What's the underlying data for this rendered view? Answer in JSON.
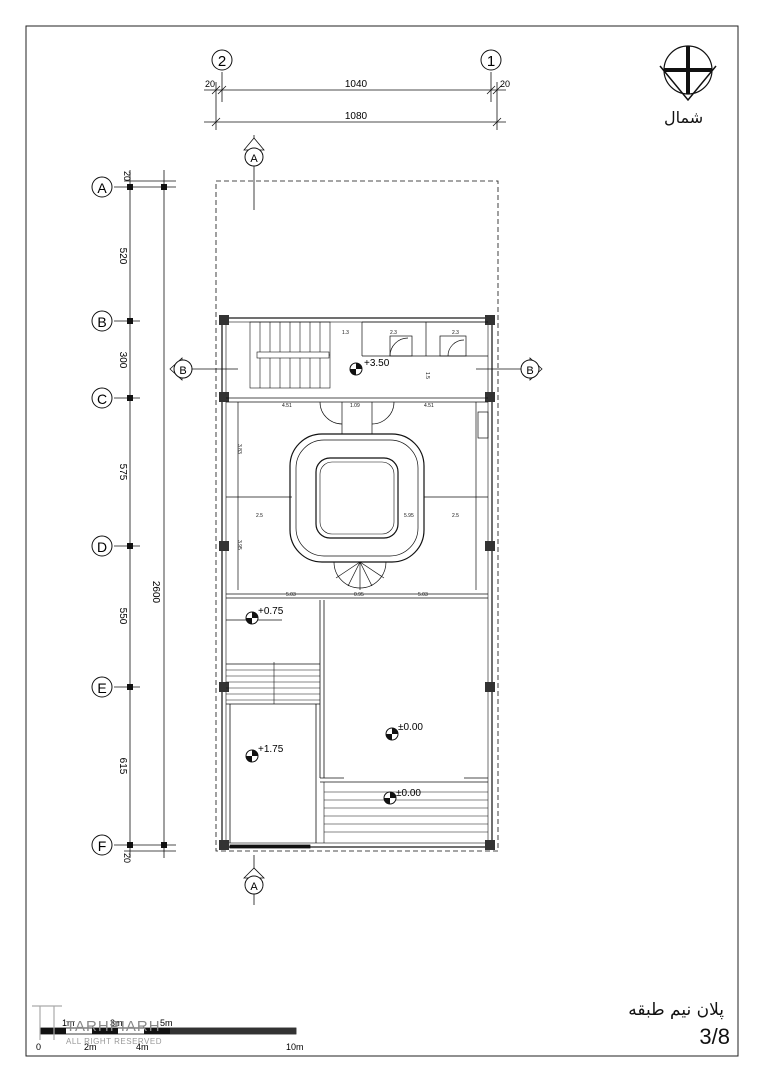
{
  "drawing": {
    "title": "پلان نیم طبقه",
    "sheet_number": "3/8",
    "north_label": "شمال"
  },
  "top_dims": {
    "grid_left": "2",
    "grid_right": "1",
    "left_edge": "20",
    "right_edge": "20",
    "inner": "1040",
    "overall": "1080"
  },
  "side_dims": {
    "grids": [
      "A",
      "B",
      "C",
      "D",
      "E",
      "F"
    ],
    "top_edge": "20",
    "bottom_edge": "20",
    "segments": [
      "520",
      "300",
      "575",
      "550",
      "615"
    ],
    "overall": "2600"
  },
  "sections": {
    "a_top": "A",
    "a_bottom": "A",
    "b_left": "B",
    "b_right": "B"
  },
  "levels": [
    "+3.50",
    "+0.75",
    "+1.75",
    "±0.00",
    "±0.00"
  ],
  "internal_dims": {
    "d1": "1.3",
    "d2": "2.3",
    "d3": "2.3",
    "d4": "1.5",
    "d5": "4.51",
    "d6": "1.09",
    "d7": "4.51",
    "d8": "3.83",
    "d9": "2.5",
    "d10": "5.95",
    "d11": "2.5",
    "d12": "3.95",
    "d13": "5.03",
    "d14": "0.95",
    "d15": "5.03"
  },
  "scale_bar": {
    "labels_top": [
      "1m",
      "3m",
      "5m"
    ],
    "labels_bottom": [
      "0",
      "2m",
      "4m",
      "10m"
    ]
  },
  "logo": {
    "name": "TARHPIARH",
    "sub": "ALL RIGHT RESERVED"
  }
}
